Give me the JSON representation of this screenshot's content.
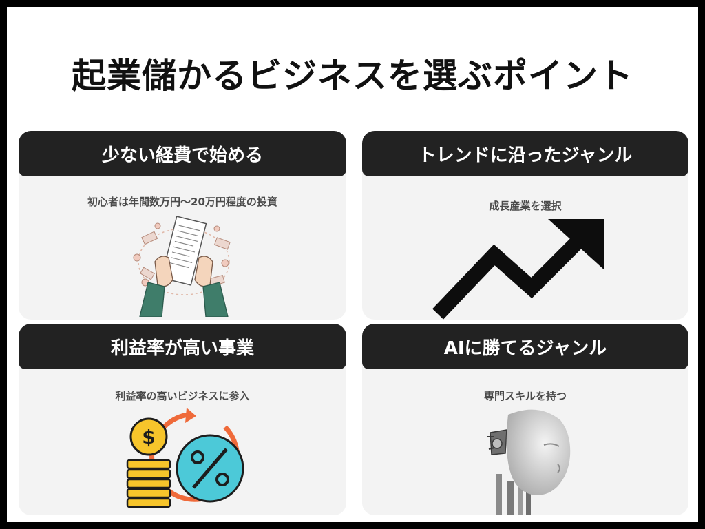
{
  "page": {
    "title": "起業儲かるビジネスを選ぶポイント",
    "colors": {
      "frame": "#000000",
      "background": "#ffffff",
      "card": "#f3f3f3",
      "card_header": "#222222",
      "header_text": "#ffffff"
    }
  },
  "cards": [
    {
      "title": "少ない経費で始める",
      "subtitle": "初心者は年間数万円〜20万円程度の投資",
      "icon": "hands-receipt-money-icon"
    },
    {
      "title": "トレンドに沿ったジャンル",
      "subtitle": "成長産業を選択",
      "icon": "trend-up-arrow-icon"
    },
    {
      "title": "利益率が高い事業",
      "subtitle": "利益率の高いビジネスに参入",
      "icon": "coins-percent-icon"
    },
    {
      "title": "AIに勝てるジャンル",
      "subtitle": "専門スキルを持つ",
      "icon": "robot-head-icon"
    }
  ]
}
